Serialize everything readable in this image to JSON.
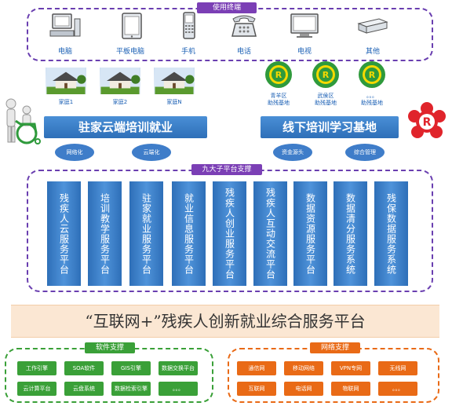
{
  "terminals": {
    "title": "使用终端",
    "devices": [
      {
        "label": "电脑",
        "icon": "desktop-computer-icon"
      },
      {
        "label": "平板电脑",
        "icon": "tablet-icon"
      },
      {
        "label": "手机",
        "icon": "mobile-phone-icon"
      },
      {
        "label": "电话",
        "icon": "telephone-icon"
      },
      {
        "label": "电视",
        "icon": "television-icon"
      },
      {
        "label": "其他",
        "icon": "server-device-icon"
      }
    ]
  },
  "online": {
    "houses": [
      "家庭1",
      "家庭2",
      "家庭N"
    ],
    "title": "驻家云端培训就业",
    "ovals": [
      "网络化",
      "云端化"
    ]
  },
  "offline": {
    "bases": [
      {
        "line1": "青羊区",
        "line2": "助残基地"
      },
      {
        "line1": "武侯区",
        "line2": "助残基地"
      },
      {
        "line1": "。。。",
        "line2": "助残基地"
      }
    ],
    "title": "线下培训学习基地",
    "ovals": [
      "资金源头",
      "综合管理"
    ]
  },
  "subplatforms": {
    "title": "九大子平台支撑",
    "items": [
      "残疾人云服务平台",
      "培训教学服务平台",
      "驻家就业服务平台",
      "就业信息服务平台",
      "残疾人创业服务平台",
      "残疾人互动交流平台",
      "数据资源服务平台",
      "数据清分服务系统",
      "残保数据服务系统"
    ]
  },
  "banner": "“互联网+”残疾人创新就业综合服务平台",
  "software": {
    "title": "软件支撑",
    "items": [
      "工作引擎",
      "SOA软件",
      "GIS引擎",
      "数据交换平台",
      "云计算平台",
      "云盘系统",
      "数据检索引擎",
      "。。。"
    ]
  },
  "network": {
    "title": "网络支撑",
    "items": [
      "通信网",
      "移动网络",
      "VPN专网",
      "无线网",
      "互联网",
      "电话网",
      "物联网",
      "。。。"
    ]
  },
  "colors": {
    "purple": "#7b3fb5",
    "blue": "#2e6fb8",
    "green": "#3aa038",
    "orange": "#e96a16",
    "banner": "#fbe7d3"
  }
}
